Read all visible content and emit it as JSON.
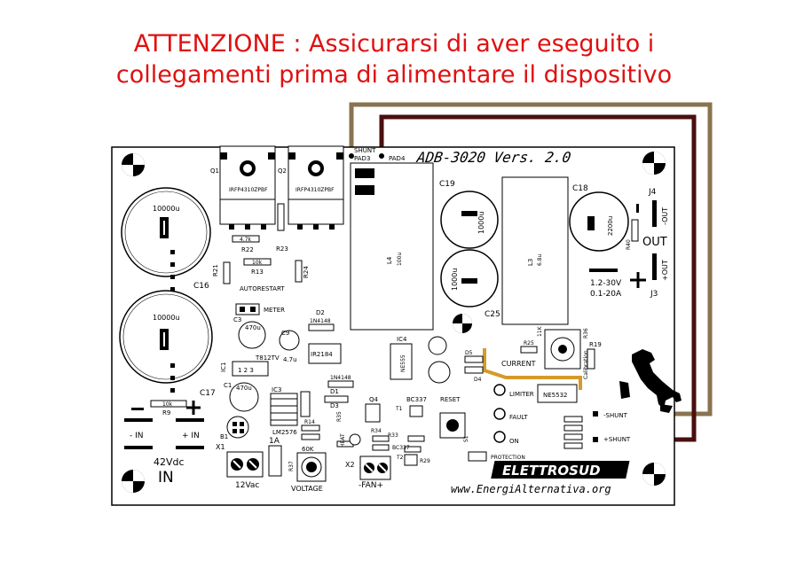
{
  "warning": {
    "line1": "ATTENZIONE : Assicurarsi di aver eseguito i",
    "line2": "collegamenti  prima di alimentare il dispositivo"
  },
  "board": {
    "title": "ADB-3020 Vers. 2.0",
    "website": "www.EnergiAlternativa.org",
    "brand": "ELETTROSUD",
    "in_voltage": "42Vdc",
    "in_label": "IN",
    "neg_in": "- IN",
    "pos_in": "+ IN",
    "ac_label": "12Vac",
    "spec_v": "1.2-30V",
    "spec_a": "0.1-20A",
    "out_label": "OUT",
    "out_neg": "-OUT",
    "out_pos": "+OUT",
    "shunt_neg": "-SHUNT",
    "shunt_pos": "+SHUNT",
    "pad3": "PAD3",
    "pad4": "PAD4",
    "shunt_top": "SHUNT",
    "meter": "METER",
    "autorestart": "AUTORESTART",
    "current": "CURRENT",
    "calibration": "Calibration",
    "limiter": "LIMITER",
    "fault": "FAULT",
    "on": "ON",
    "protection": "PROTECTION",
    "reset": "RESET",
    "voltage": "VOLTAGE",
    "fan": "-FAN+",
    "heat": "HEAT"
  },
  "components": {
    "q1": "Q1",
    "q2": "Q2",
    "irfp": "IRFP4310ZPBF",
    "c16": "C16",
    "c17": "C17",
    "c18": "C18",
    "c19": "C19",
    "c25": "C25",
    "cap_big": "10000u",
    "c19_val": "1000u",
    "c18_val": "2200u",
    "l3": "L3",
    "l3_val": "6.8u",
    "l4": "L4",
    "l4_val": "100u",
    "r22": "R22",
    "r22_val": "4.7k",
    "r13": "R13",
    "r13_val": "10k",
    "r23": "R23",
    "r21": "R21",
    "r24": "R24",
    "d2": "D2",
    "diode": "1N4148",
    "d1": "D1",
    "d3": "D3",
    "d4": "D4",
    "d5": "D5",
    "ic1": "IC1",
    "ic1_val": "T812TV",
    "ic2": "IR2184",
    "ic3": "IC3",
    "ic3_val": "LM2576",
    "ic4": "IC4",
    "ic4_val": "NE555",
    "ic5": "NE5532",
    "c3": "C3",
    "c3_val": "470u",
    "c1": "C1",
    "c1_val": "470u",
    "c9": "C9",
    "c9_val": "4.7u",
    "b1": "B1",
    "x1": "X1",
    "x2": "X2",
    "fuse": "1A",
    "pot": "60K",
    "pot2": "11K",
    "bc337": "BC337",
    "t1": "T1",
    "t2": "T2",
    "s1": "S1",
    "r9": "R9",
    "r9_val": "10k",
    "r19": "R19",
    "r25": "R25",
    "r36": "R36",
    "r40": "R40",
    "q4": "Q4",
    "r35": "R35",
    "r37": "R37",
    "r14": "R14",
    "r33": "R33",
    "r34": "R34",
    "r29": "R29",
    "j3": "J3",
    "j4": "J4"
  },
  "colors": {
    "warning_text": "#e01010",
    "wire_brown": "#8a7350",
    "wire_dark": "#4a0f0f",
    "trace_orange": "#d49a2a",
    "board_ink": "#000000"
  }
}
